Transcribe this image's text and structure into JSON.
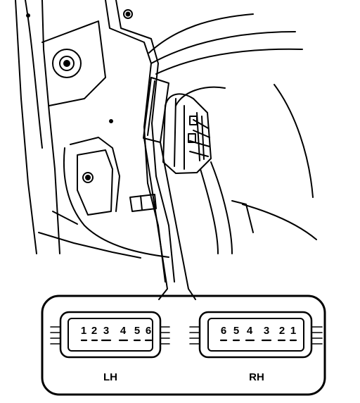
{
  "connectors": {
    "lh": {
      "label": "LH",
      "pins": [
        "1",
        "2",
        "3",
        "4",
        "5",
        "6"
      ],
      "codes": [
        "",
        "",
        "",
        "",
        "",
        ""
      ]
    },
    "rh": {
      "label": "RH",
      "pins": [
        "6",
        "5",
        "4",
        "3",
        "2",
        "1"
      ],
      "codes": [
        "",
        "",
        "",
        "",
        "",
        ""
      ]
    }
  }
}
